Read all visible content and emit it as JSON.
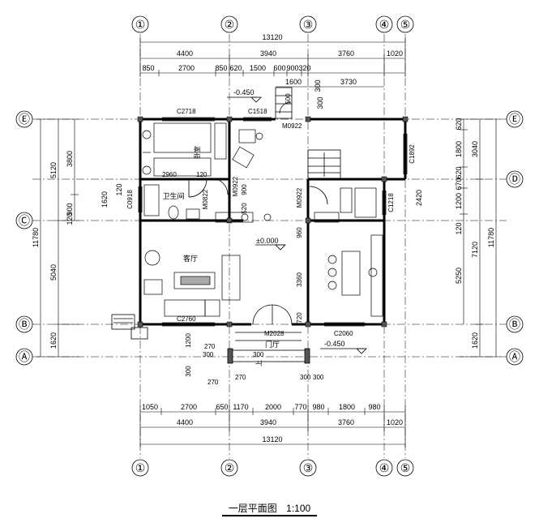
{
  "title": "一层平面图",
  "scale": "1:100",
  "axes": {
    "columns": [
      "①",
      "②",
      "③",
      "④",
      "⑤"
    ],
    "rows": [
      "Ⓔ",
      "Ⓓ",
      "Ⓒ",
      "Ⓑ",
      "Ⓐ"
    ]
  },
  "dimensions": {
    "top_total": "13120",
    "top_axis": [
      "4400",
      "3940",
      "3760",
      "1020"
    ],
    "top_detail": [
      "850",
      "2700",
      "850",
      "620",
      "1500",
      "600",
      "900",
      "320"
    ],
    "top_sub": [
      "1600",
      "3730",
      "300",
      "300"
    ],
    "bottom_detail": [
      "1050",
      "2700",
      "650",
      "1170",
      "2000",
      "770",
      "980",
      "1800",
      "980"
    ],
    "bottom_axis": [
      "4400",
      "3940",
      "3760",
      "1020"
    ],
    "bottom_total": "13120",
    "left_total": "11780",
    "left_axis": [
      "5120",
      "5040",
      "1620"
    ],
    "left_detail": [
      "3800",
      "1620",
      "120",
      "900",
      "120"
    ],
    "right_total": "11780",
    "right_axis": [
      "3040",
      "7120",
      "1620"
    ],
    "right_detail": [
      "620",
      "1800",
      "620",
      "670",
      "1200",
      "120",
      "2420",
      "5250"
    ],
    "interior": [
      "900",
      "520",
      "960",
      "3360",
      "720",
      "2960",
      "120",
      "1200",
      "300",
      "270",
      "500"
    ]
  },
  "labels": {
    "levels": [
      "-0.450",
      "±0.000",
      "-0.450"
    ],
    "windows": [
      "C2718",
      "C1518",
      "C1892",
      "C1218",
      "C0918",
      "C2760",
      "C2060"
    ],
    "doors": [
      "M0922",
      "M0922",
      "M0822",
      "M0922",
      "M2028"
    ],
    "rooms": [
      "卧室",
      "卫生间",
      "客厅",
      "门厅"
    ],
    "misc": [
      "上"
    ]
  }
}
